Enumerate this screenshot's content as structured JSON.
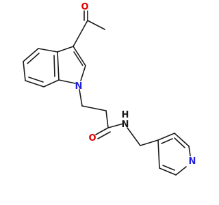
{
  "molecule": {
    "atom_labels": {
      "acetyl_oxygen": "O",
      "indole_nitrogen": "N",
      "amide_oxygen": "O",
      "amide_nitrogen": "N",
      "amide_hydrogen": "H",
      "pyridine_nitrogen": "N"
    },
    "colors": {
      "bond": "#1a1a1a",
      "oxygen": "#e00000",
      "nitrogen": "#1f1fe0",
      "nh_group": "#1a1a1a"
    }
  }
}
